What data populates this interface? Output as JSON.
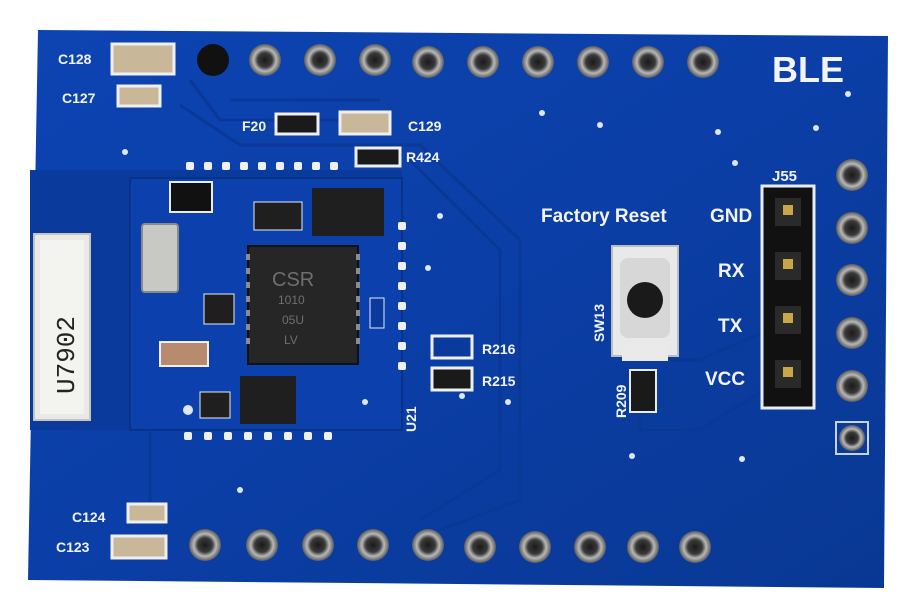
{
  "board": {
    "title_label": "BLE",
    "function_label": "Factory Reset",
    "colors": {
      "pcb": "#0b3ea6",
      "pcb_dark": "#082f86",
      "silk": "#f2f4f8",
      "gold": "#c9a646"
    }
  },
  "header_j55": {
    "ref": "J55",
    "pins": [
      "GND",
      "RX",
      "TX",
      "VCC"
    ]
  },
  "designators": {
    "c128": "C128",
    "c127": "C127",
    "c129": "C129",
    "f20": "F20",
    "r424": "R424",
    "r216": "R216",
    "r215": "R215",
    "u21": "U21",
    "sw13": "SW13",
    "r209": "R209",
    "c124": "C124",
    "c123": "C123"
  },
  "module": {
    "chip_marking": [
      "CSR",
      "1010",
      "05U",
      "LV"
    ],
    "antenna_text": "U7902"
  }
}
